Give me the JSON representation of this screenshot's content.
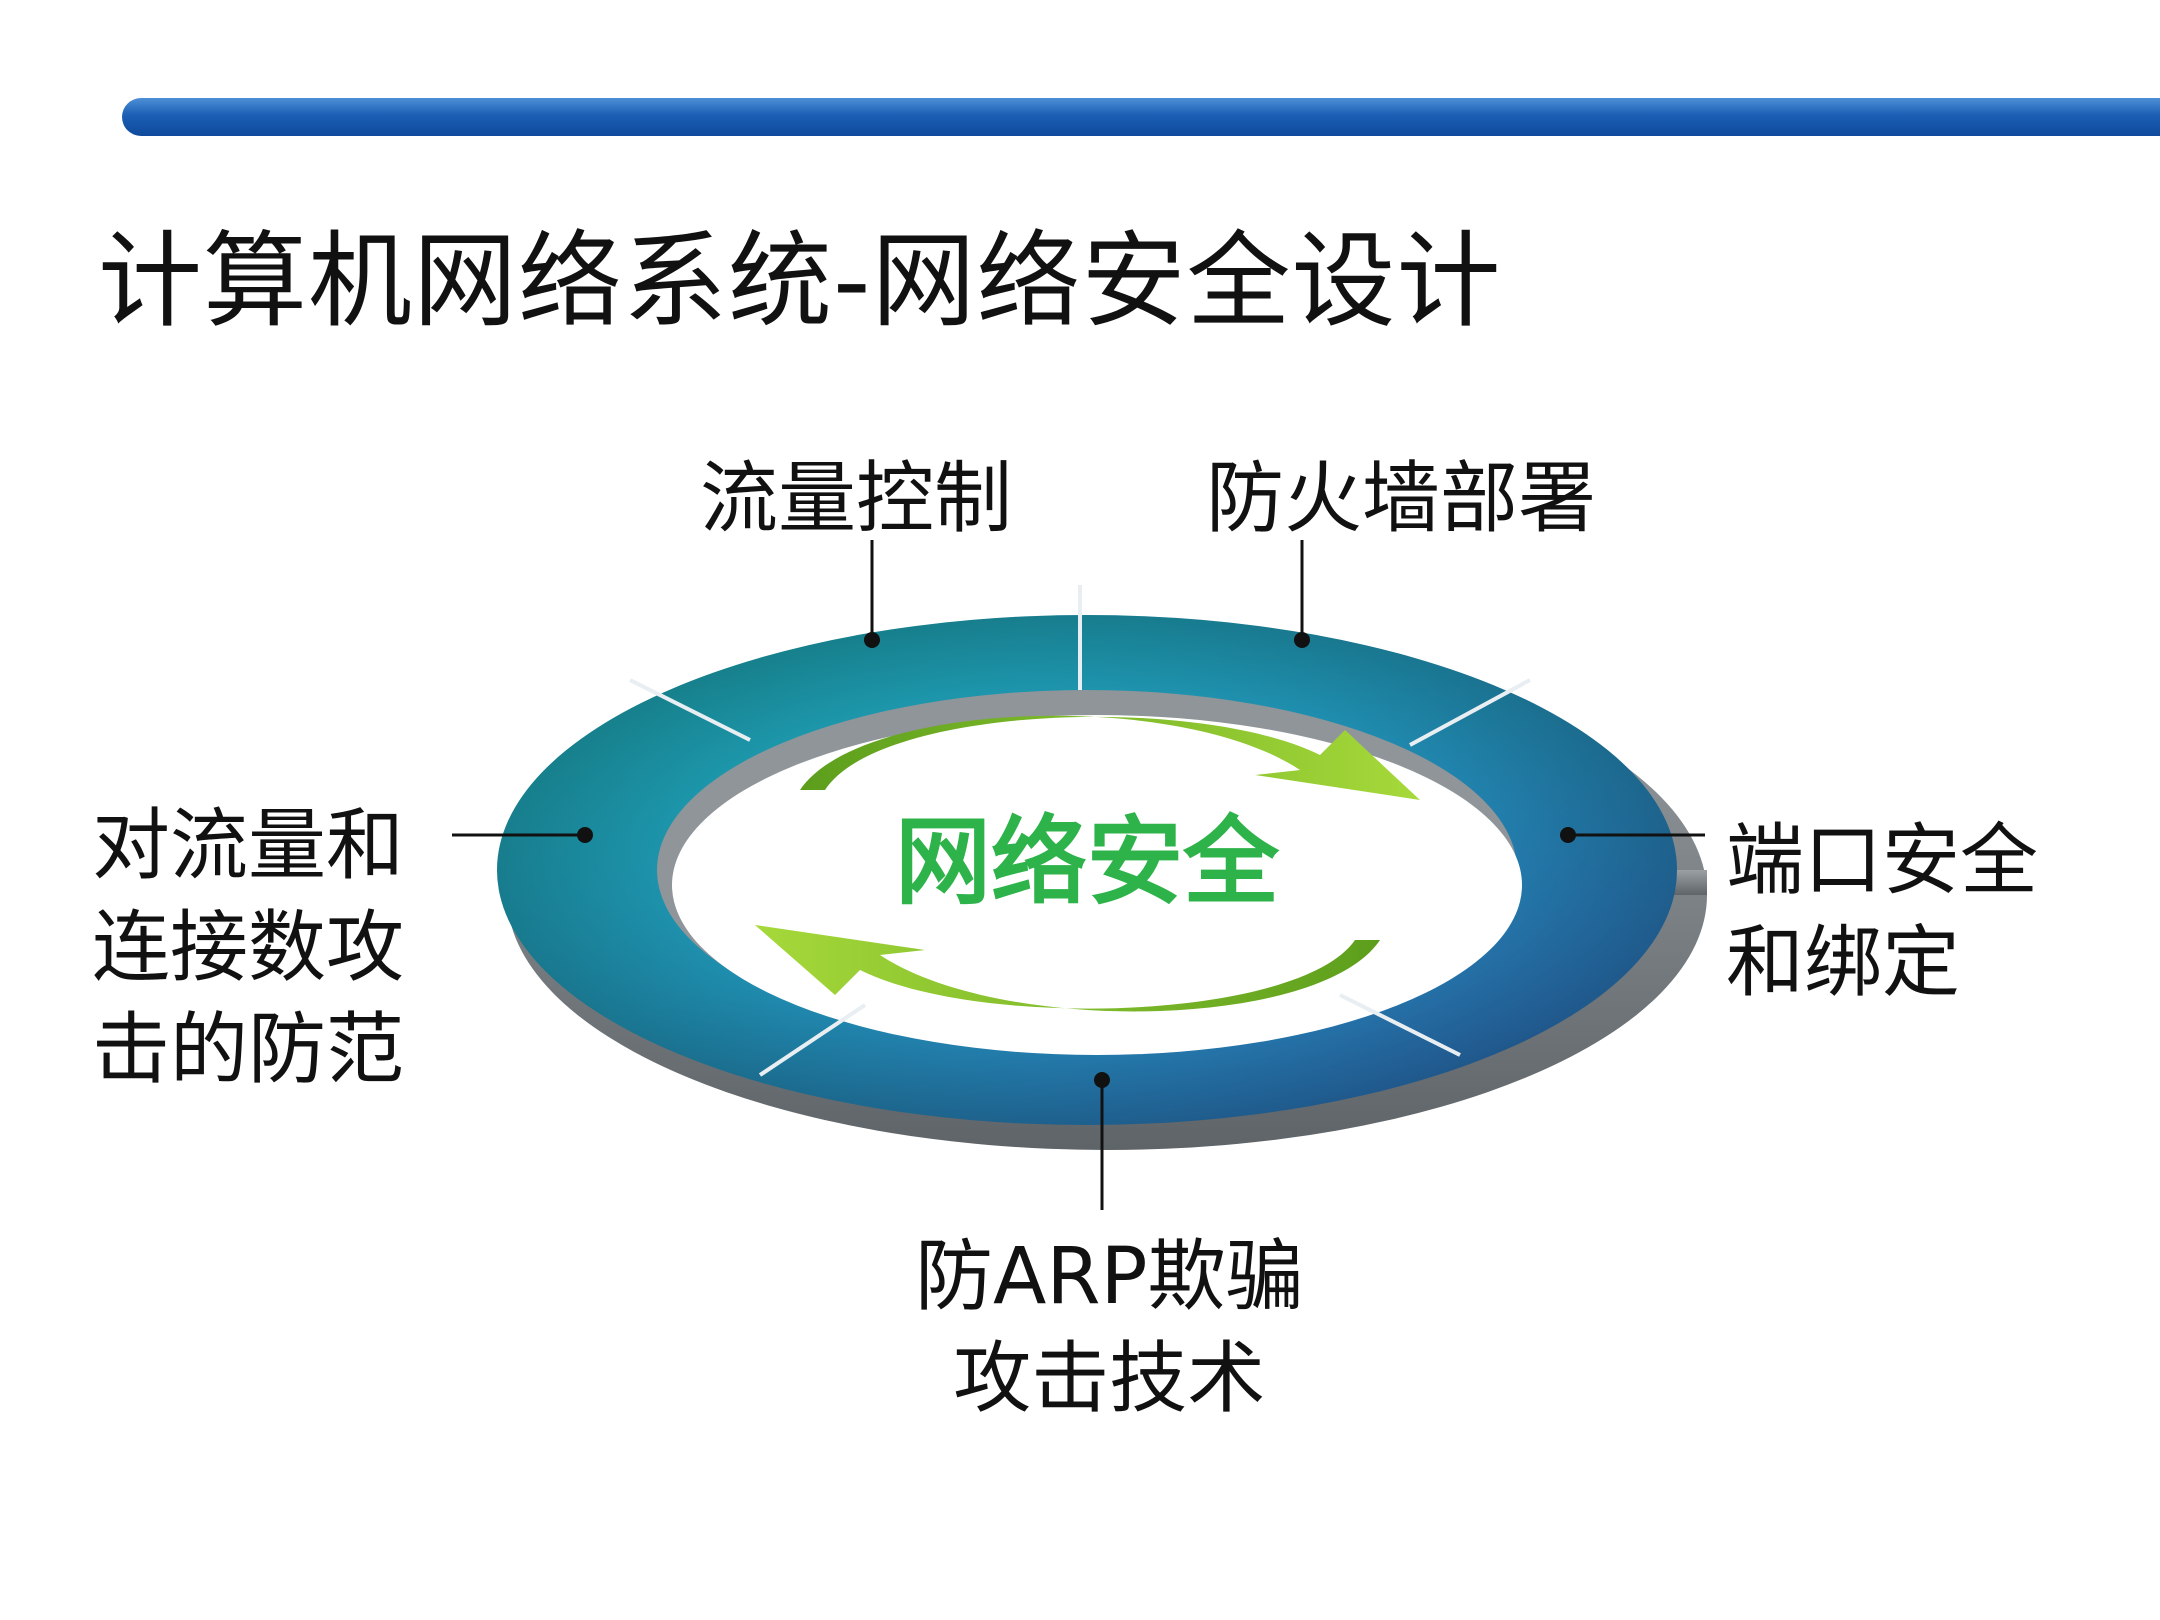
{
  "page": {
    "title": "计算机网络系统-网络安全设计",
    "accent_bar_color": "#1b5fb4"
  },
  "diagram": {
    "center_label": "网络安全",
    "center_label_color": "#2db34a",
    "ring_color_teal": "#1aa3a8",
    "ring_color_blue": "#2a5ea8",
    "arrow_color": "#8ac926",
    "items": {
      "flow_control": {
        "label": "流量控制"
      },
      "firewall": {
        "label": "防火墙部署"
      },
      "traffic_attack": {
        "lines": [
          "对流量和",
          "连接数攻",
          "击的防范"
        ]
      },
      "port_security": {
        "lines": [
          "端口安全",
          "和绑定"
        ]
      },
      "arp": {
        "lines": [
          "防ARP欺骗",
          "攻击技术"
        ]
      }
    }
  }
}
